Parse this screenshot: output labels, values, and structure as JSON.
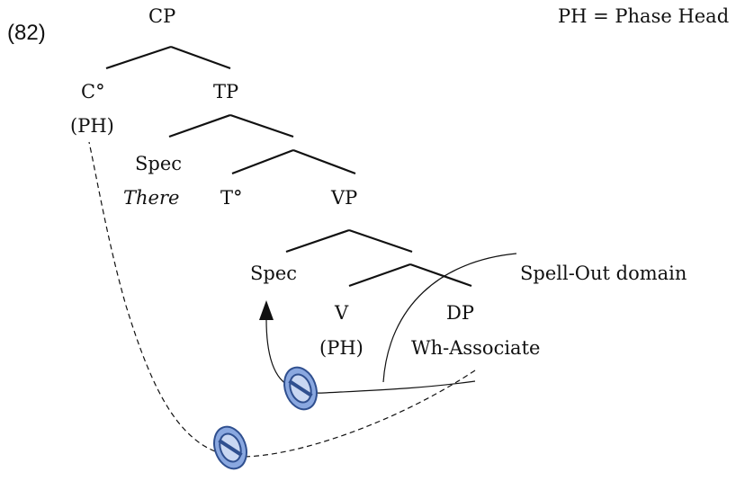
{
  "example_number": "(82)",
  "legend": "PH = Phase Head",
  "nodes": {
    "cp": "CP",
    "c_head": "C°",
    "c_ph": "(PH)",
    "tp": "TP",
    "spec_tp": "Spec",
    "there": "There",
    "t_head": "T°",
    "vp": "VP",
    "spec_vp": "Spec",
    "v_head": "V",
    "v_ph": "(PH)",
    "dp": "DP",
    "wh_associate": "Wh-Associate"
  },
  "spell_out_label": "Spell-Out domain",
  "colors": {
    "prohibit_fill": "#8aa8e0",
    "prohibit_stroke": "#2f4f8f",
    "line": "#111111"
  }
}
